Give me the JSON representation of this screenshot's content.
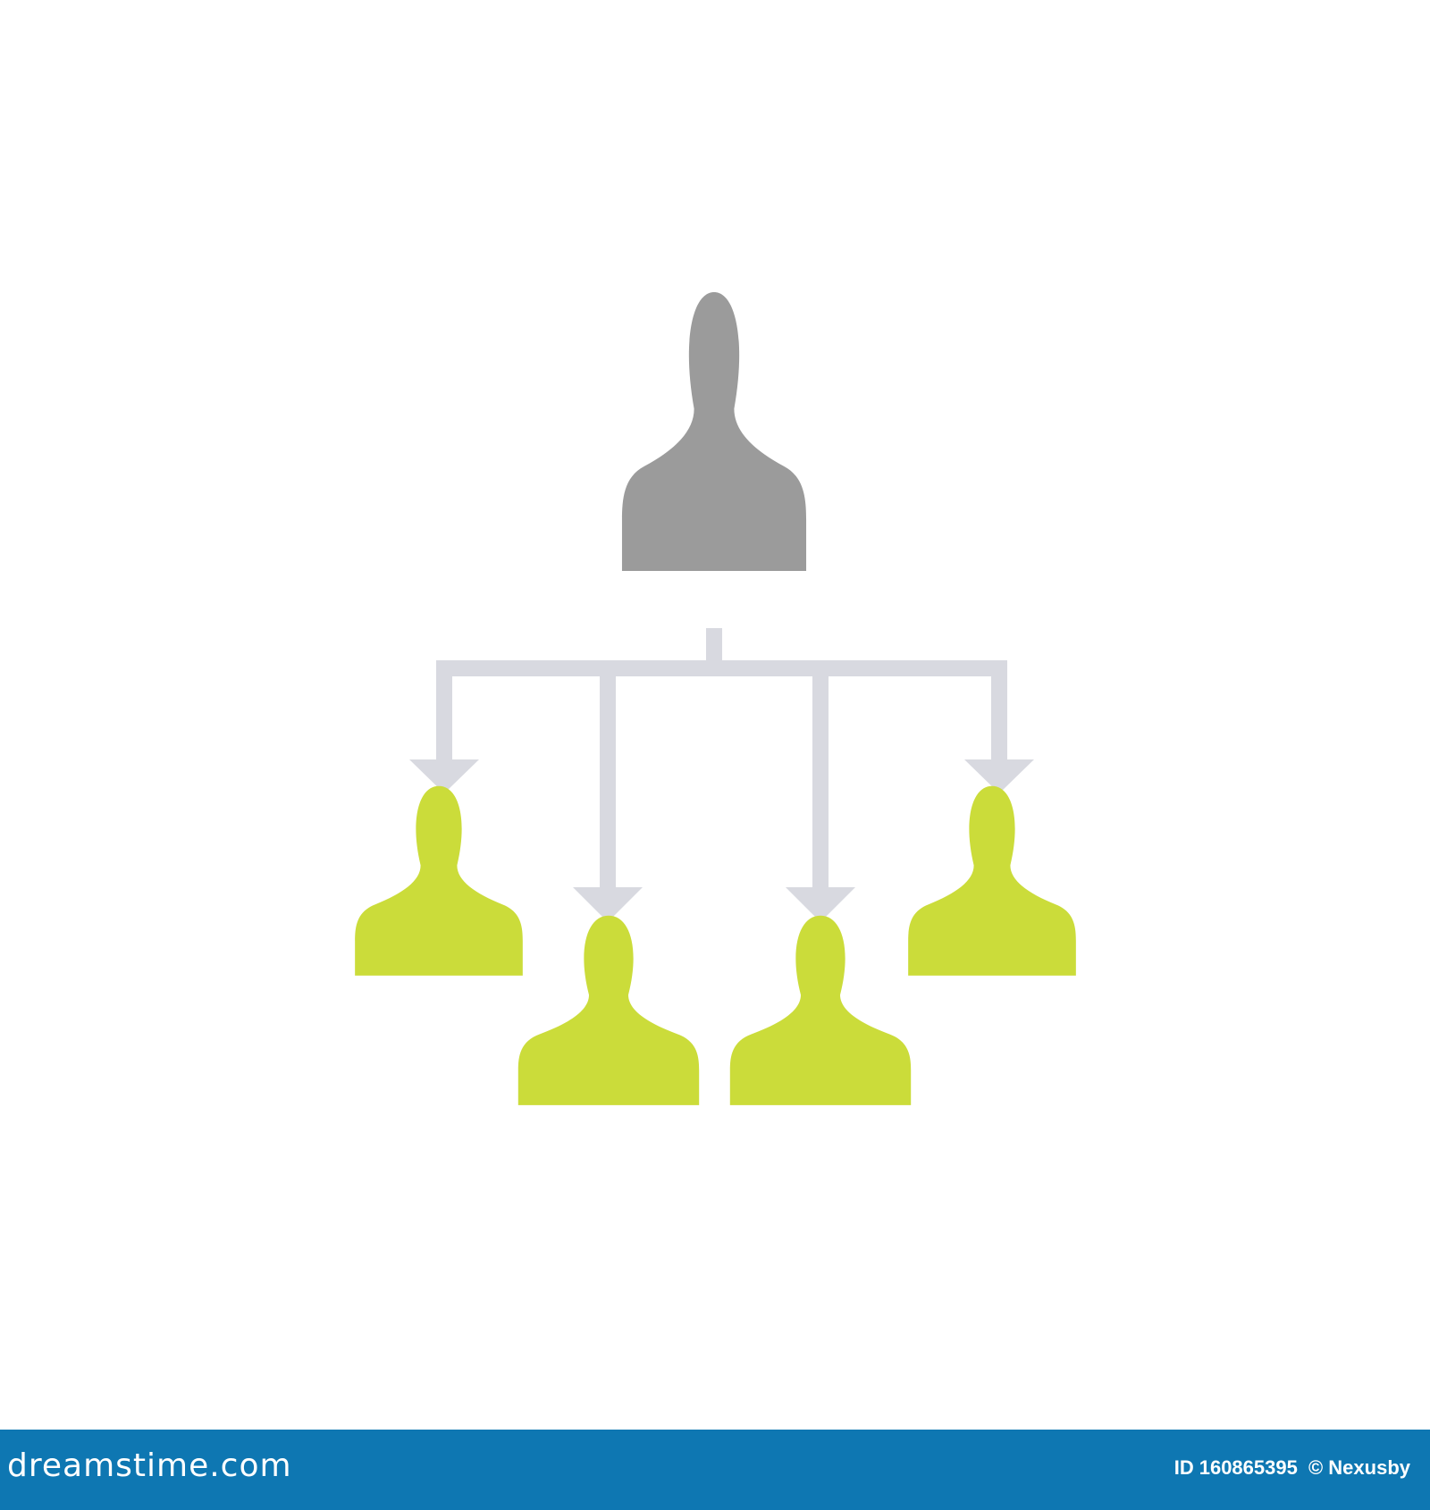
{
  "diagram": {
    "nodes": [
      {
        "id": "manager",
        "role": "top",
        "icon": "person-icon",
        "color": "#9b9b9b"
      },
      {
        "id": "subordinate-1",
        "role": "child",
        "icon": "person-icon",
        "color": "#cbdc3a"
      },
      {
        "id": "subordinate-2",
        "role": "child",
        "icon": "person-icon",
        "color": "#cbdc3a"
      },
      {
        "id": "subordinate-3",
        "role": "child",
        "icon": "person-icon",
        "color": "#cbdc3a"
      },
      {
        "id": "subordinate-4",
        "role": "child",
        "icon": "person-icon",
        "color": "#cbdc3a"
      }
    ],
    "edges": [
      {
        "from": "manager",
        "to": "subordinate-1"
      },
      {
        "from": "manager",
        "to": "subordinate-2"
      },
      {
        "from": "manager",
        "to": "subordinate-3"
      },
      {
        "from": "manager",
        "to": "subordinate-4"
      }
    ],
    "connector_color": "#d8d9e0",
    "background": "#ffffff"
  },
  "footer": {
    "brand": "dreamstime.com",
    "id_label": "ID",
    "id_value": "160865395",
    "author": "© Nexusby",
    "background": "#0e77b2"
  }
}
